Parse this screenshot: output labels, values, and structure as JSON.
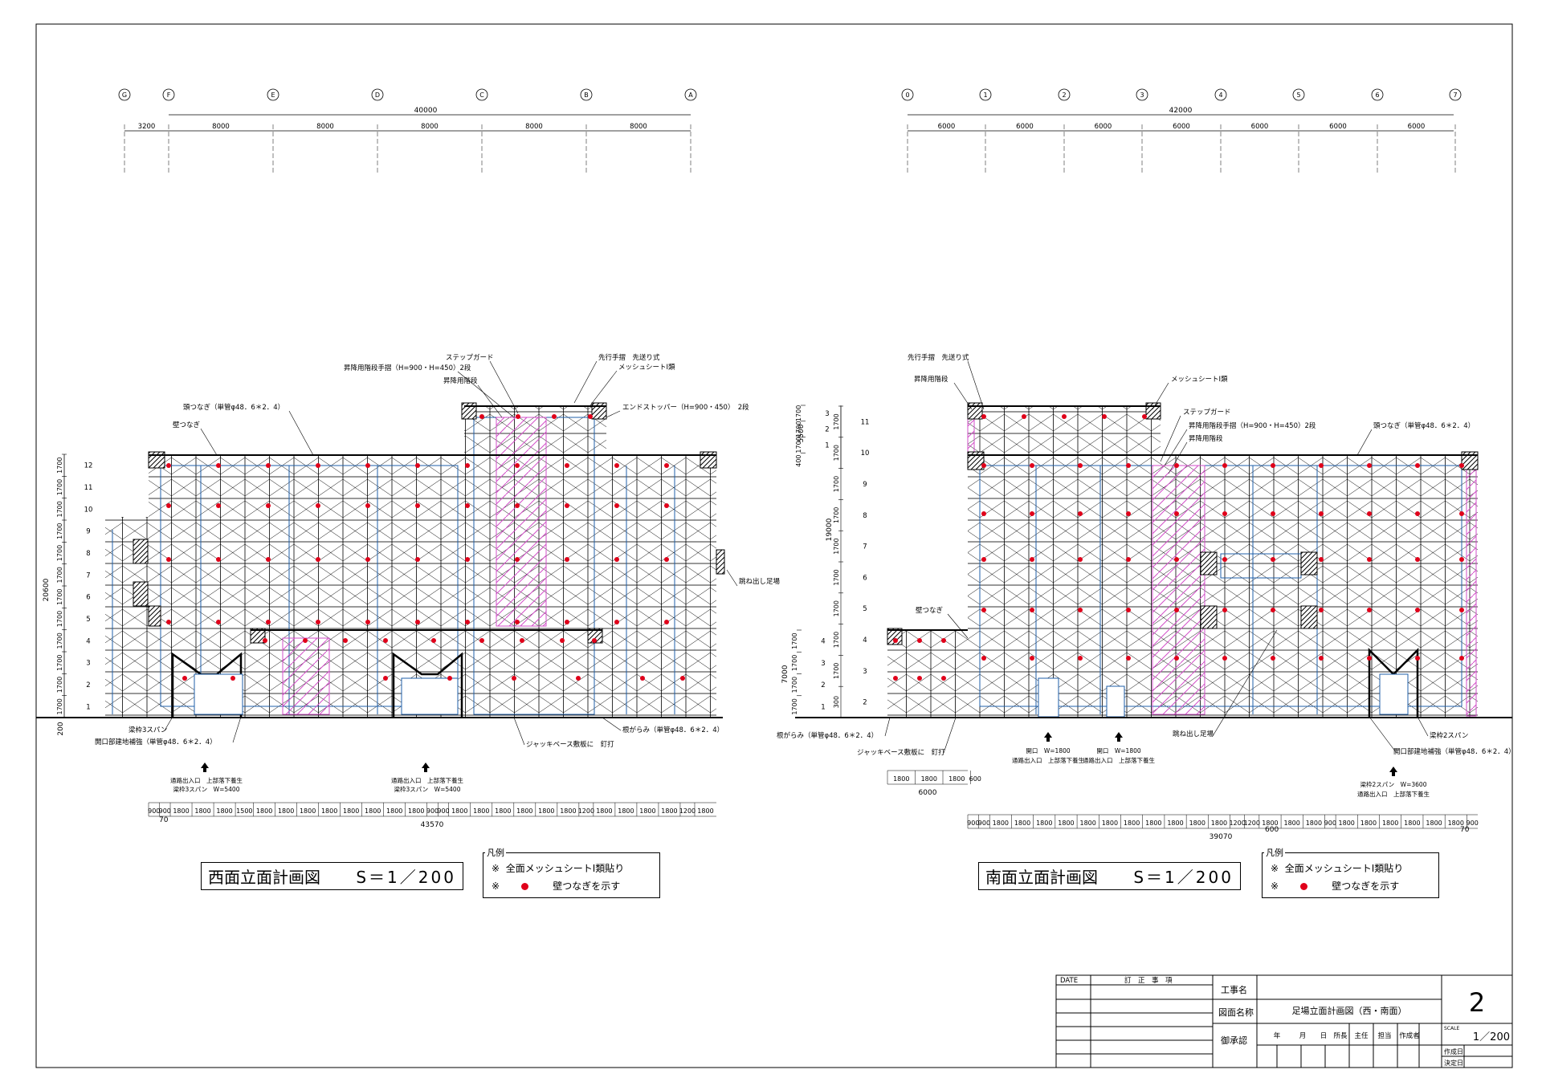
{
  "west": {
    "title": "西面立面計画図",
    "scale": "S＝1／200",
    "grid_labels": [
      "G",
      "F",
      "E",
      "D",
      "C",
      "B",
      "A"
    ],
    "top_total": "40000",
    "top_spans": [
      "3200",
      "8000",
      "8000",
      "8000",
      "8000",
      "8000"
    ],
    "level_numbers": [
      "12",
      "11",
      "10",
      "9",
      "8",
      "7",
      "6",
      "5",
      "4",
      "3",
      "2",
      "1"
    ],
    "level_dims": [
      "1700",
      "1700",
      "1700",
      "1700",
      "1700",
      "1700",
      "1700",
      "1700",
      "1700",
      "1700",
      "1700",
      "1700"
    ],
    "height_total": "20600",
    "base_dim": "200",
    "annotations": {
      "step_guard": "ステップガード",
      "lift_handrail": "昇降用階段手摺（H=900・H=450）2段",
      "stairs": "昇降用階段",
      "head_tie": "頭つなぎ（単管φ48．6＊2．4）",
      "wall_tie": "壁つなぎ",
      "advance_handrail": "先行手摺　先送り式",
      "mesh_sheet": "メッシュシートⅠ類",
      "end_stopper": "エンドストッパー（H=900・450）　2段",
      "cantilever": "跳ね出し足場",
      "beam_frame": "梁枠3スパン",
      "opening_reinforce": "開口部建地補強（単管φ48．6＊2．4）",
      "jack_base": "ジャッキベース敷板に　釘打",
      "root_brace": "根がらみ（単管φ48．6＊2．4）",
      "passage1": "通路出入口　上部落下養生",
      "passage1b": "梁枠3スパン　W=5400",
      "passage2": "通路出入口　上部落下養生",
      "passage2b": "梁枠3スパン　W=5400"
    },
    "bottom_spans": [
      "900",
      "900",
      "1800",
      "1800",
      "1800",
      "1500",
      "1800",
      "1800",
      "1800",
      "1800",
      "1800",
      "1800",
      "1800",
      "1800",
      "900",
      "900",
      "1800",
      "1800",
      "1800",
      "1800",
      "1800",
      "1800",
      "1200",
      "1800",
      "1800",
      "1800",
      "1800",
      "1200",
      "1800"
    ],
    "bottom_sub": "70",
    "bottom_total": "43570"
  },
  "south": {
    "title": "南面立面計画図",
    "scale": "S＝1／200",
    "grid_labels": [
      "0",
      "1",
      "2",
      "3",
      "4",
      "5",
      "6",
      "7"
    ],
    "top_total": "42000",
    "top_spans": [
      "6000",
      "6000",
      "6000",
      "6000",
      "6000",
      "6000",
      "6000"
    ],
    "level_numbers": [
      "11",
      "10",
      "9",
      "8",
      "7",
      "6",
      "5",
      "4",
      "3",
      "2",
      "1"
    ],
    "level_dims_main": [
      "1700",
      "1700",
      "1700",
      "1700",
      "1700",
      "1700",
      "1700",
      "1700",
      "1700",
      "300"
    ],
    "height_total": "19000",
    "upper_levels": [
      "3",
      "2",
      "1"
    ],
    "upper_dims": [
      "1700",
      "1700",
      "1700",
      "400"
    ],
    "upper_total": "5500",
    "lower_levels": [
      "4",
      "3",
      "2",
      "1"
    ],
    "lower_dims": [
      "1700",
      "1700",
      "1700",
      "1700"
    ],
    "lower_total": "7000",
    "annotations": {
      "advance_handrail": "先行手摺　先送り式",
      "stairs_top": "昇降用階段",
      "mesh_sheet": "メッシュシートⅠ類",
      "step_guard": "ステップガード",
      "lift_handrail": "昇降用階段手摺（H=900・H=450）2段",
      "stairs": "昇降用階段",
      "head_tie": "頭つなぎ（単管φ48．6＊2．4）",
      "wall_tie": "壁つなぎ",
      "root_brace": "根がらみ（単管φ48．6＊2．4）",
      "jack_base": "ジャッキベース敷板に　釘打",
      "opening1": "開口　W=1800",
      "opening1b": "通路出入口　上部落下養生",
      "opening2": "開口　W=1800",
      "opening2b": "通路出入口　上部落下養生",
      "cantilever": "跳ね出し足場",
      "beam_frame": "梁枠2スパン",
      "opening_reinforce": "開口部建地補強（単管φ48．6＊2．4）",
      "passage3": "梁枠2スパン　W=3600",
      "passage3b": "通路出入口　上部落下養生"
    },
    "small_dims": [
      "1800",
      "1800",
      "1800",
      "600"
    ],
    "small_total": "6000",
    "bottom_spans": [
      "900",
      "900",
      "1800",
      "1800",
      "1800",
      "1800",
      "1800",
      "1800",
      "1800",
      "1800",
      "1800",
      "1800",
      "1800",
      "1200",
      "1200",
      "1800",
      "1800",
      "1800",
      "900",
      "1800",
      "1800",
      "1800",
      "1800",
      "1800",
      "1800",
      "900"
    ],
    "bottom_sub1": "600",
    "bottom_sub2": "70",
    "bottom_total": "39070"
  },
  "legend": {
    "title": "凡例",
    "mark": "※",
    "line1": "全面メッシュシートⅠ類貼り",
    "line2": "壁つなぎを示す"
  },
  "title_block": {
    "date": "DATE",
    "revision": "訂　正　事　項",
    "project_label": "工事名",
    "drawing_label": "図面名称",
    "drawing_name": "足場立面計画図（西・南面）",
    "approval_label": "御承認",
    "date_cols": [
      "年",
      "月",
      "日",
      "所長",
      "主任",
      "担当",
      "作成者"
    ],
    "sheet_no": "2",
    "scale_label": "SCALE",
    "scale_value": "1／200",
    "created_label": "作成日",
    "decided_label": "決定日"
  },
  "colors": {
    "frame": "#000000",
    "brace": "#1f5fa8",
    "stairs": "#d24fc8",
    "tie_dot": "#e0001a"
  }
}
